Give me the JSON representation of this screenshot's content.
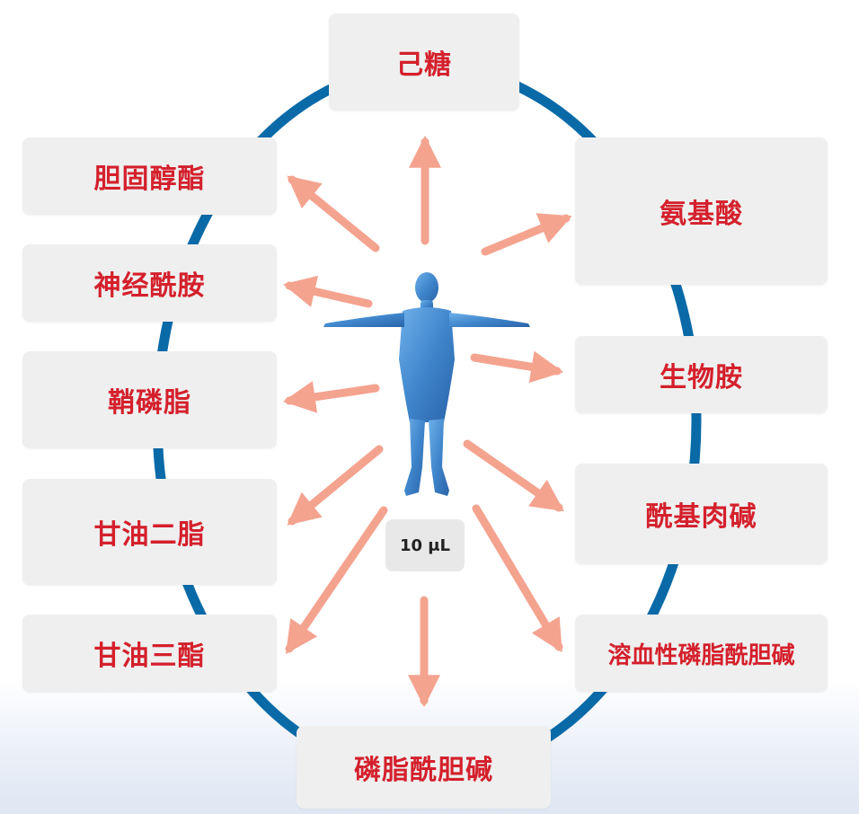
{
  "center": {
    "volume": "10 μL"
  },
  "metabolites": {
    "hexose": "己糖",
    "cholesteryl_ester": "胆固醇酯",
    "ceramide": "神经酰胺",
    "sphingomyelin": "鞘磷脂",
    "diglyceride": "甘油二脂",
    "triglyceride": "甘油三酯",
    "phosphatidylcholine": "磷脂酰胆碱",
    "amino_acid": "氨基酸",
    "biogenic_amine": "生物胺",
    "acylcarnitine": "酰基肉碱",
    "lysophosphatidylcholine": "溶血性磷脂酰胆碱"
  },
  "colors": {
    "label_red": "#d4202c",
    "ring_blue": "#0a6aa8",
    "arrow_salmon": "#f4a38f",
    "box_gray": "#efefef",
    "figure_blue": "#3f86cc"
  },
  "icons": {
    "center_figure": "human-body-icon"
  }
}
